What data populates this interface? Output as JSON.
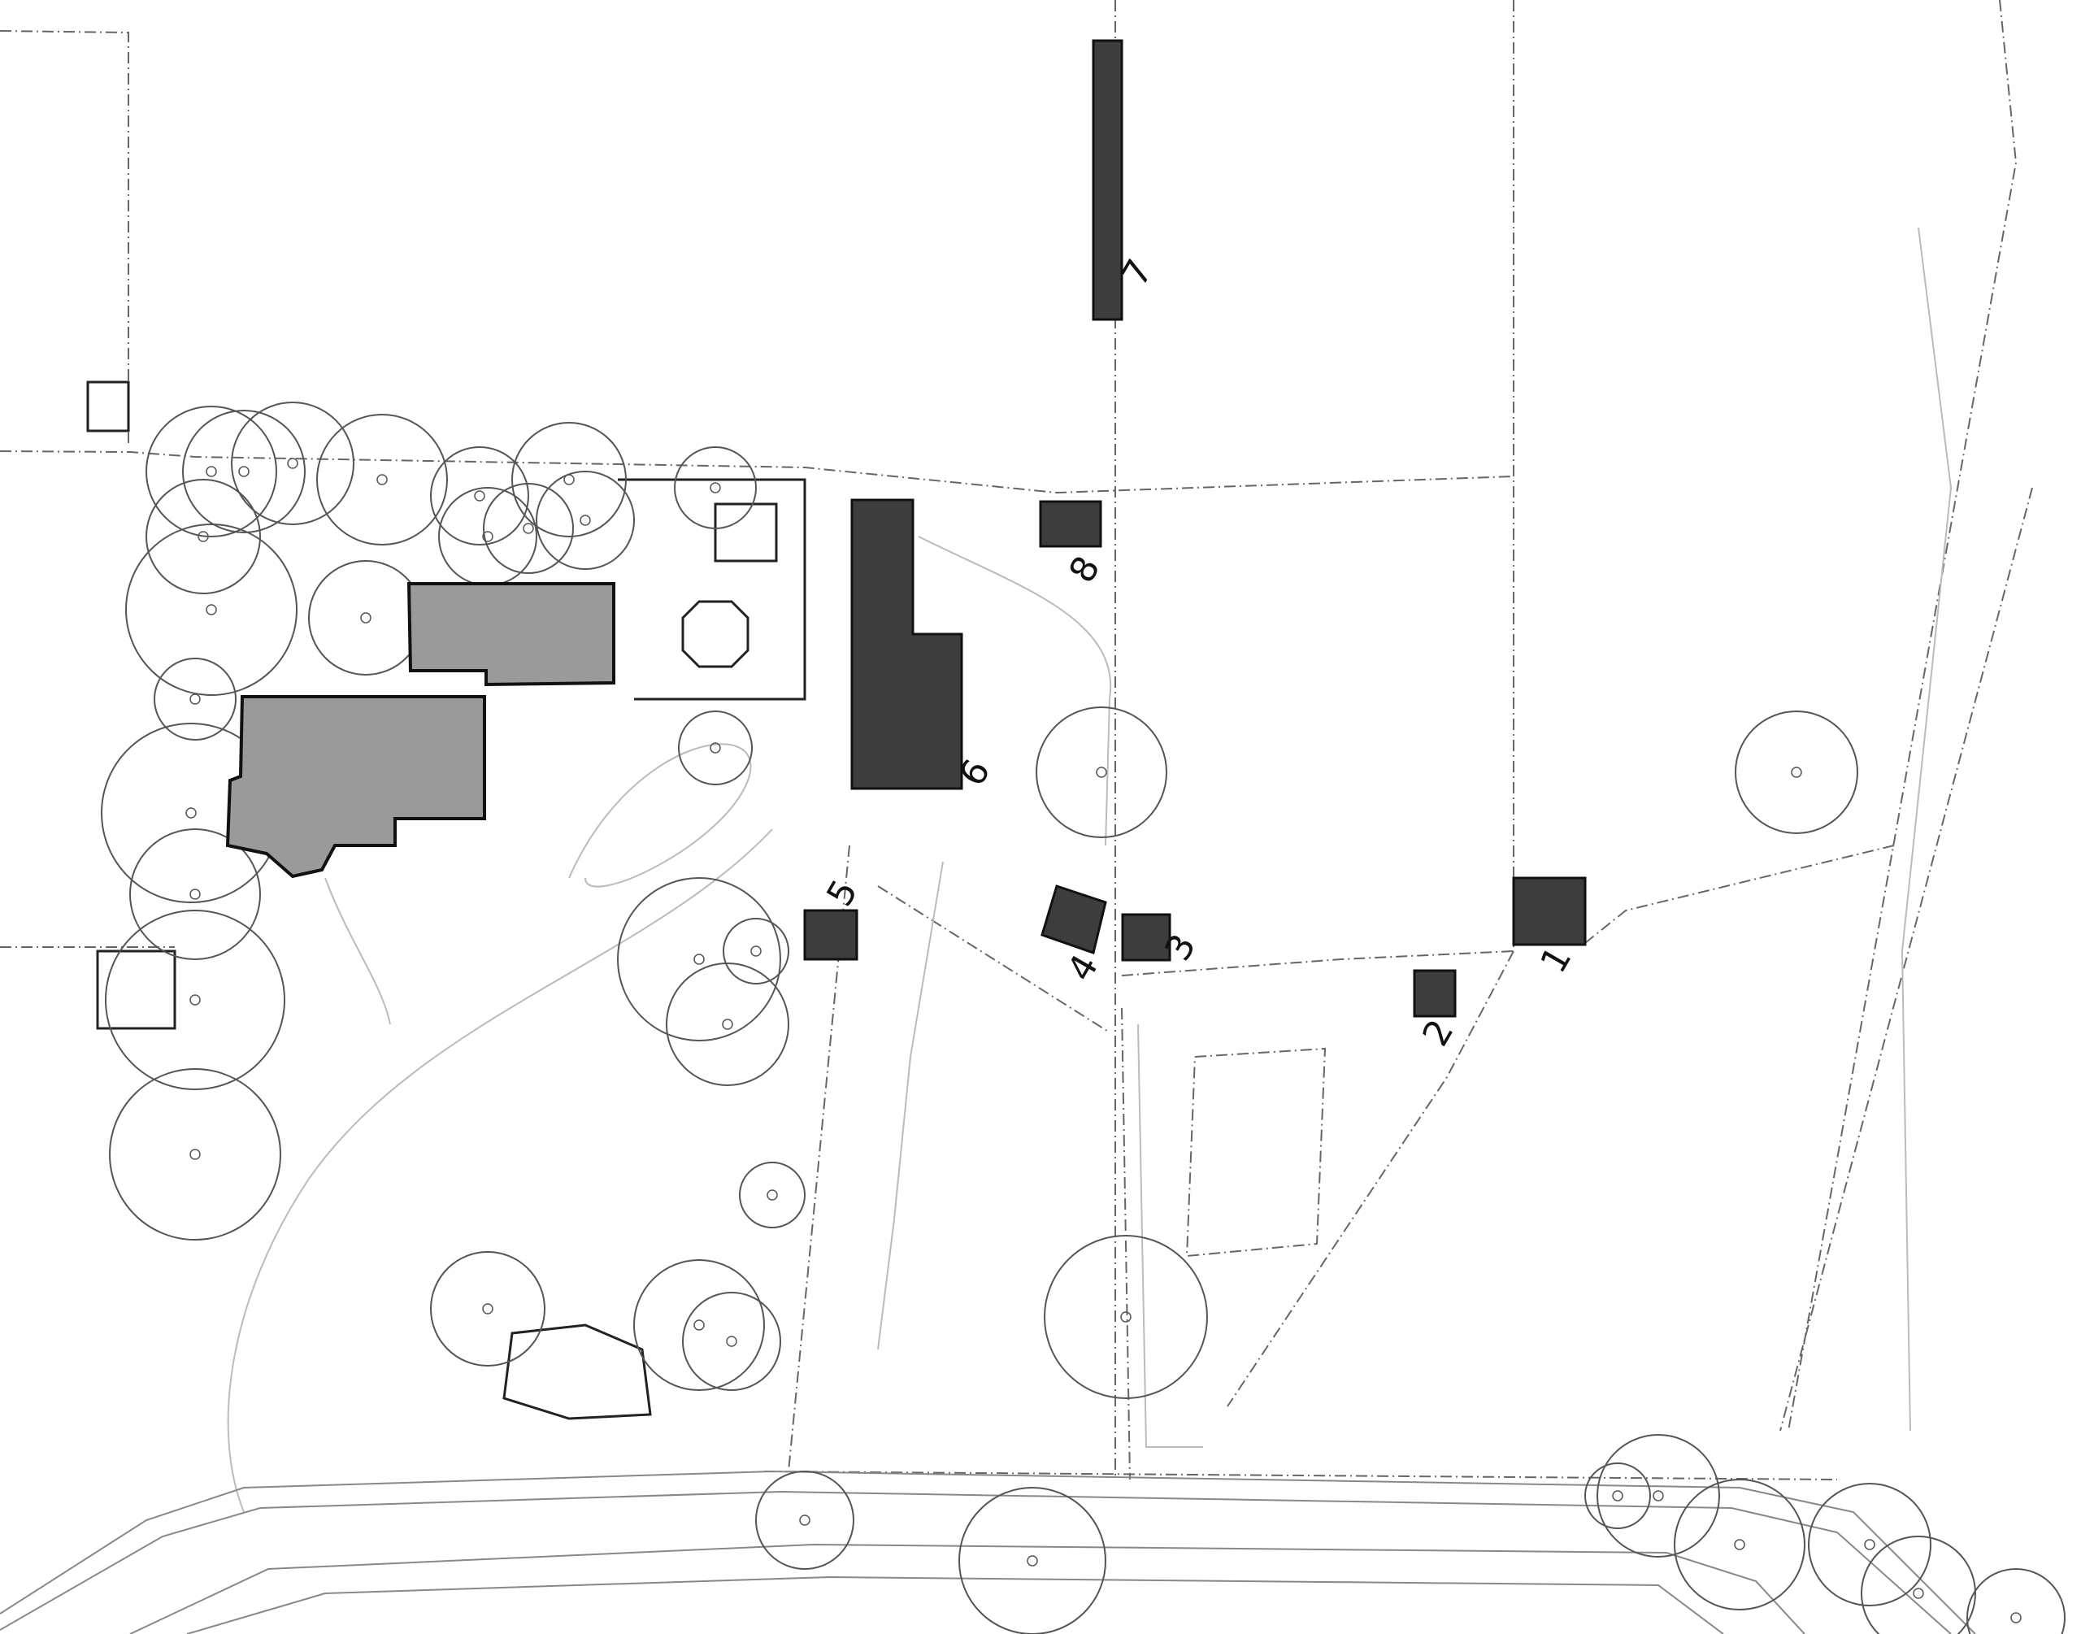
{
  "plan": {
    "building_numbers": [
      "1",
      "2",
      "3",
      "4",
      "5",
      "6",
      "7",
      "8"
    ],
    "colors": {
      "dark_building": "#3d3d3d",
      "grey_building": "#9a9a9a",
      "line": "#555555",
      "background": "#ffffff"
    }
  }
}
